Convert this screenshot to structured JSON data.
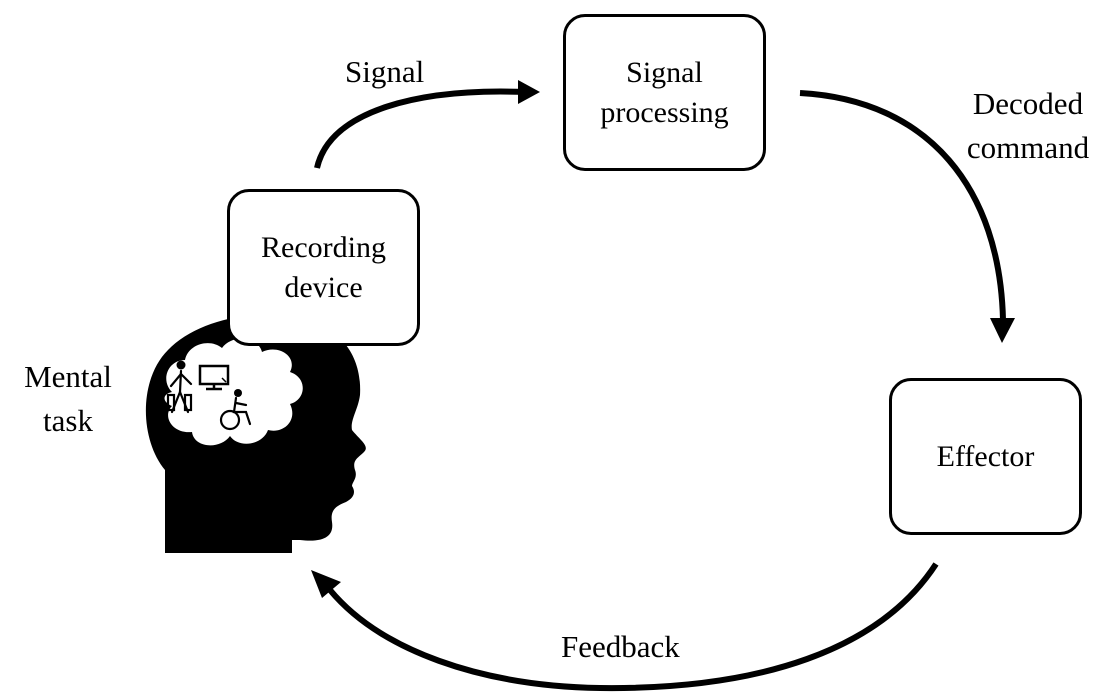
{
  "diagram": {
    "nodes": {
      "signal_processing": [
        "Signal",
        "processing"
      ],
      "recording_device": [
        "Recording",
        "device"
      ],
      "effector": [
        "Effector"
      ]
    },
    "edges": {
      "signal": "Signal",
      "decoded_command": [
        "Decoded",
        "command"
      ],
      "feedback": "Feedback"
    },
    "head_label": [
      "Mental",
      "task"
    ],
    "icons": [
      "head-silhouette-icon",
      "walking-person-icon",
      "monitor-icon",
      "wheelchair-icon"
    ],
    "colors": {
      "stroke": "#000000",
      "background": "#ffffff"
    }
  }
}
